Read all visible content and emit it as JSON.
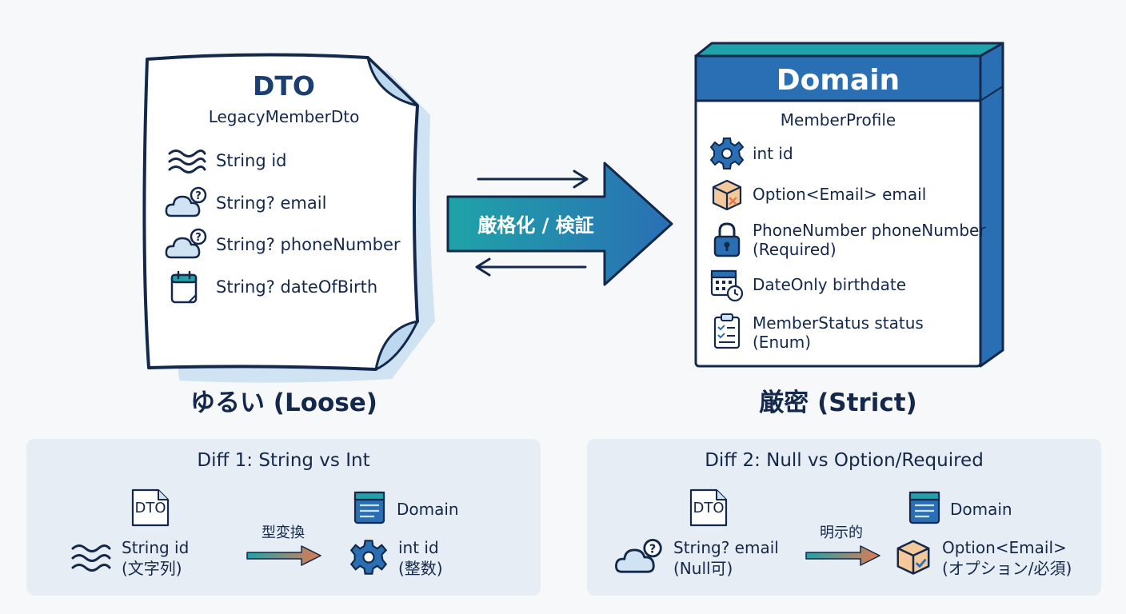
{
  "dto": {
    "tag": "DTO",
    "class_name": "LegacyMemberDto",
    "fields": [
      {
        "icon": "wave-icon",
        "label": "String id"
      },
      {
        "icon": "cloud-question-icon",
        "label": "String? email"
      },
      {
        "icon": "cloud-question-icon",
        "label": "String? phoneNumber"
      },
      {
        "icon": "calendar-icon",
        "label": "String? dateOfBirth"
      }
    ],
    "caption": "ゆるい (Loose)"
  },
  "domain": {
    "tag": "Domain",
    "class_name": "MemberProfile",
    "fields": [
      {
        "icon": "gear-icon",
        "label": "int id"
      },
      {
        "icon": "box-icon",
        "label": "Option<Email> email"
      },
      {
        "icon": "lock-icon",
        "label": "PhoneNumber phoneNumber",
        "label2": "(Required)"
      },
      {
        "icon": "calendar-clock-icon",
        "label": "DateOnly birthdate"
      },
      {
        "icon": "checklist-icon",
        "label": "MemberStatus status",
        "label2": "(Enum)"
      }
    ],
    "caption": "厳密 (Strict)"
  },
  "transform": {
    "label": "厳格化 / 検証"
  },
  "diffs": [
    {
      "title": "Diff 1: String vs Int",
      "from_tag": "DTO",
      "to_tag": "Domain",
      "from_line1": "String id",
      "from_line2": "(文字列)",
      "arrow_label": "型変換",
      "to_line1": "int id",
      "to_line2": "(整数)"
    },
    {
      "title": "Diff 2: Null vs Option/Required",
      "from_tag": "DTO",
      "to_tag": "Domain",
      "from_line1": "String? email",
      "from_line2": "(Null可)",
      "arrow_label": "明示的",
      "to_line1": "Option<Email>",
      "to_line2": "(オプション/必須)"
    }
  ],
  "colors": {
    "navy": "#13284a",
    "teal": "#1fa3a8",
    "blue": "#2a6fb4",
    "light_blue": "#cfe3f2",
    "orange": "#e07a52"
  }
}
